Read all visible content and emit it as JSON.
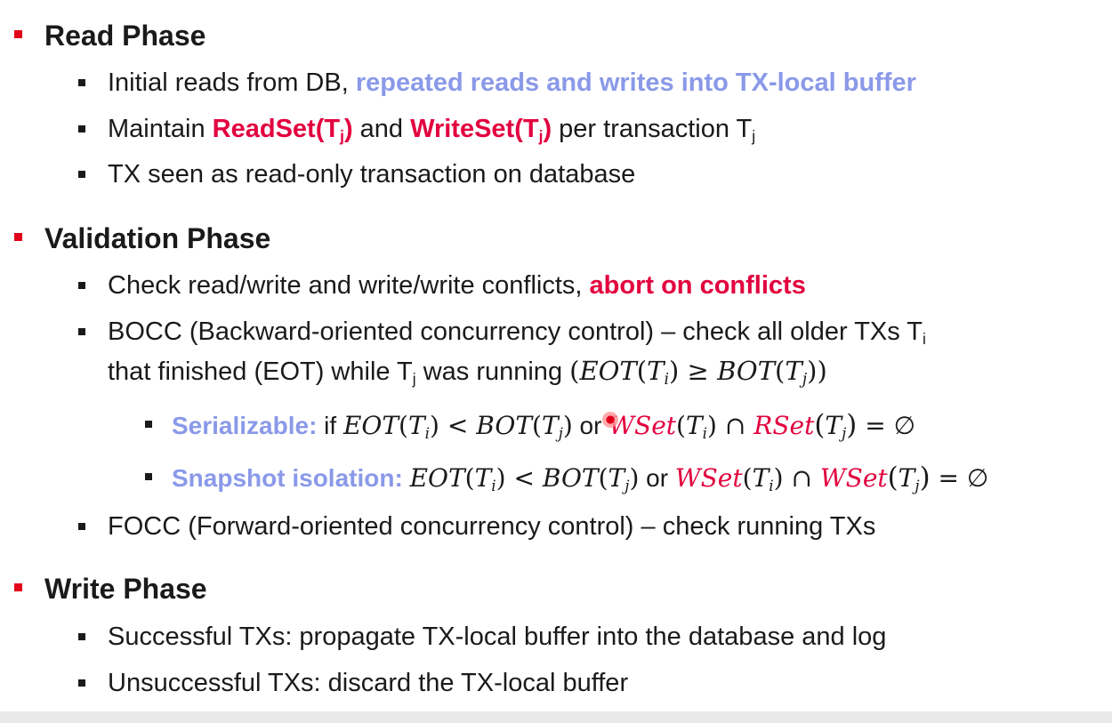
{
  "read": {
    "heading": "Read Phase",
    "b1": {
      "text": "Initial reads from DB, ",
      "hl": "repeated reads and writes into TX-local buffer"
    },
    "b2": {
      "pre": "Maintain ",
      "rs": "ReadSet(T",
      "sub": "j",
      "close": ")",
      "and": " and ",
      "ws": "WriteSet(T",
      "post": " per transaction T"
    },
    "b3": "TX seen as read-only transaction on database"
  },
  "validation": {
    "heading": "Validation Phase",
    "b1": {
      "text": "Check read/write and write/write conflicts, ",
      "hl": "abort on conflicts"
    },
    "b2": {
      "line1": "BOCC (Backward-oriented concurrency control) – check all older TXs T",
      "sub_i": "i",
      "line2a": "that finished (EOT) while T",
      "sub_j": "j",
      "line2b": " was running ",
      "formula": {
        "eot": "EOT",
        "ge": "≥",
        "bot": "BOT",
        "t": "T"
      }
    },
    "serializable": {
      "label": "Serializable:",
      "if": " if ",
      "eot": "EOT",
      "lt": "<",
      "bot": "BOT",
      "or": " or ",
      "wset": "WSet",
      "cap": "∩",
      "rset": "RSet",
      "eq": "= ∅",
      "t": "T"
    },
    "snapshot": {
      "label": "Snapshot isolation:",
      "eot": "EOT",
      "lt": "<",
      "bot": "BOT",
      "or": " or ",
      "wset": "WSet",
      "cap": "∩",
      "wset2": "WSet",
      "eq": "= ∅",
      "t": "T"
    },
    "b3": "FOCC (Forward-oriented concurrency control) – check running TXs"
  },
  "write": {
    "heading": "Write Phase",
    "b1": "Successful TXs: propagate TX-local buffer into the database and log",
    "b2": "Unsuccessful TXs: discard the TX-local buffer"
  },
  "sub": {
    "i": "i",
    "j": "j"
  },
  "colors": {
    "bullet_red": "#e2001a",
    "highlight_blue": "#8a99e8",
    "highlight_red": "#e2003e"
  }
}
